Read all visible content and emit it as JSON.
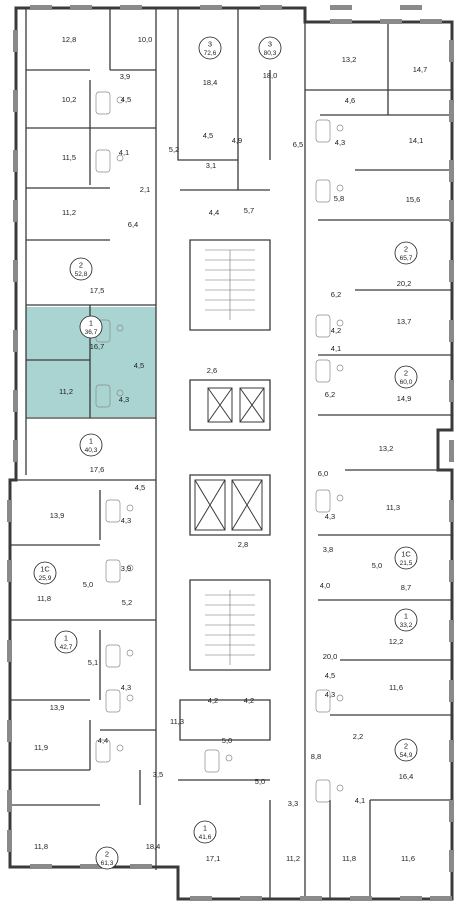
{
  "colors": {
    "wall": "#3a3a3a",
    "highlight": "#a9d4d2",
    "fixture": "#8a8a8a",
    "background": "#ffffff"
  },
  "highlighted_apartment_index": 5,
  "apartments": [
    {
      "rooms": "3",
      "area": "72,6"
    },
    {
      "rooms": "3",
      "area": "80,3"
    },
    {
      "rooms": "2",
      "area": "52,8"
    },
    {
      "rooms": "2",
      "area": "65,7"
    },
    {
      "rooms": "2",
      "area": "60,0"
    },
    {
      "rooms": "1",
      "area": "36,7"
    },
    {
      "rooms": "1",
      "area": "40,3"
    },
    {
      "rooms": "1С",
      "area": "25,9"
    },
    {
      "rooms": "1С",
      "area": "21,5"
    },
    {
      "rooms": "1",
      "area": "33,2"
    },
    {
      "rooms": "1",
      "area": "42,7"
    },
    {
      "rooms": "2",
      "area": "54,9"
    },
    {
      "rooms": "1",
      "area": "41,6"
    },
    {
      "rooms": "2",
      "area": "61,3"
    }
  ],
  "room_areas": [
    "12,8",
    "10,0",
    "3,9",
    "18,4",
    "18,0",
    "13,2",
    "14,7",
    "10,2",
    "4,5",
    "4,6",
    "4,5",
    "4,9",
    "6,5",
    "4,3",
    "14,1",
    "11,5",
    "4,1",
    "5,2",
    "3,1",
    "2,1",
    "5,8",
    "15,6",
    "11,2",
    "6,4",
    "4,4",
    "5,7",
    "17,5",
    "20,2",
    "6,2",
    "4,2",
    "13,7",
    "16,7",
    "4,5",
    "4,1",
    "11,2",
    "4,3",
    "2,6",
    "14,9",
    "6,2",
    "13,2",
    "17,6",
    "6,0",
    "4,5",
    "11,3",
    "13,9",
    "4,3",
    "4,3",
    "3,9",
    "2,8",
    "3,8",
    "5,0",
    "8,7",
    "5,0",
    "4,0",
    "11,8",
    "5,2",
    "12,2",
    "20,0",
    "5,1",
    "4,5",
    "11,6",
    "13,9",
    "4,3",
    "4,3",
    "4,2",
    "4,2",
    "11,3",
    "2,2",
    "4,4",
    "5,0",
    "8,8",
    "11,9",
    "3,5",
    "5,0",
    "3,3",
    "4,1",
    "16,4",
    "11,8",
    "18,4",
    "17,1",
    "11,2",
    "11,8",
    "11,6"
  ]
}
